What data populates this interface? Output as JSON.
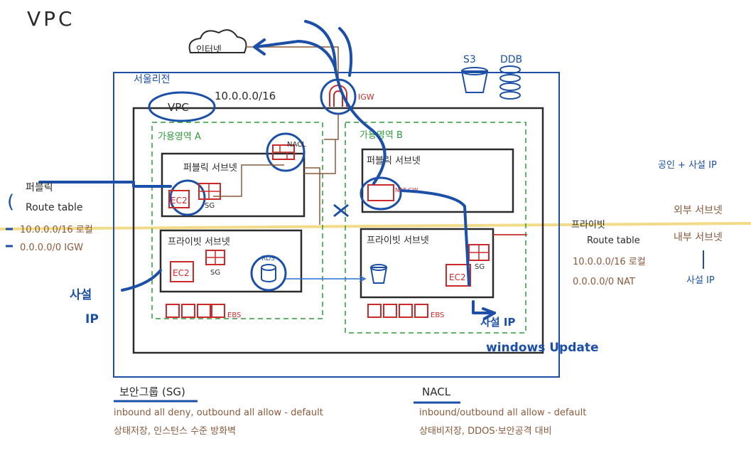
{
  "title": "VPC",
  "top_heading": "",
  "internet": "인터넷",
  "region": "서울리전",
  "vpc": {
    "label": "VPC",
    "cidr": "10.0.0.0/16"
  },
  "igw": "IGW",
  "storage": {
    "s3": "S3",
    "ddb": "DDB"
  },
  "az_a": {
    "label": "가용영역 A",
    "public_subnet": "퍼블릭 서브넷",
    "private_subnet": "프라이빗 서브넷",
    "nacl": "NACL",
    "ec2": "EC2",
    "sg": "SG",
    "rds": "RDS",
    "ebs": "EBS"
  },
  "az_b": {
    "label": "가용영역 B",
    "public_subnet": "퍼블릭 서브넷",
    "private_subnet": "프라이빗 서브넷",
    "nat": "NAT GW",
    "ec2": "EC2",
    "sg": "SG",
    "ebs": "EBS"
  },
  "public_rt": {
    "name_1": "퍼블릭",
    "name_2": "Route table",
    "route_1": "10.0.0.0/16 로컬",
    "route_2": "0.0.0.0/0 IGW"
  },
  "private_rt": {
    "name_1": "프라이빗",
    "name_2": "Route table",
    "route_1": "10.0.0.0/16 로컬",
    "route_2": "0.0.0.0/0 NAT"
  },
  "left_ip": {
    "line1": "사설",
    "line2": "IP"
  },
  "right_side": {
    "public_private_ip": "공인 + 사설 IP",
    "external_subnet": "외부 서브넷",
    "internal_subnet": "내부 서브넷",
    "private_ip": "사설 IP"
  },
  "bottom_annotations": {
    "private_ip": "사설 IP",
    "windows_update": "windows Update"
  },
  "sg_note": {
    "title": "보안그룹 (SG)",
    "line1": "inbound all deny, outbound all allow - default",
    "line2": "상태저장, 인스턴스 수준 방화벽"
  },
  "nacl_note": {
    "title": "NACL",
    "line1": "inbound/outbound all allow - default",
    "line2": "상태비저장, DDOS·보안공격 대비"
  },
  "colors": {
    "blue": "#1b4fa8",
    "green": "#2f9a3a",
    "brown": "#8a5a3c",
    "red": "#cc2a2a",
    "yellow": "#f2dc8a",
    "dark": "#2b2b2b"
  }
}
